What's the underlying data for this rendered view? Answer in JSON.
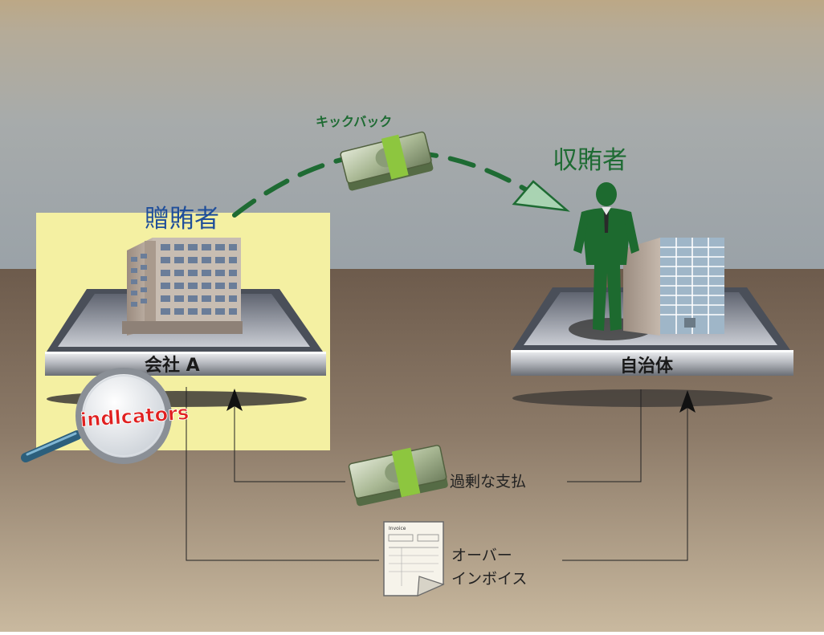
{
  "labels": {
    "kickback": "キックバック",
    "briber": "贈賄者",
    "bribee": "収賄者",
    "company": "会社 A",
    "municipality": "自治体",
    "overpayment": "過剰な支払",
    "overinvoice_line1": "オーバー",
    "overinvoice_line2": "インボイス",
    "indicators": "indlcators",
    "invoice_doc": "Invoice"
  },
  "colors": {
    "background_top": "#a8a8a8",
    "ground": "#6f5f52",
    "ground_light": "#b8aa95",
    "highlight": "#f4f0a2",
    "arc_green": "#1e6b33",
    "briber_blue": "#1f4e9a",
    "indicator_red": "#e02020",
    "platform_silver": "#b9bcc2"
  }
}
